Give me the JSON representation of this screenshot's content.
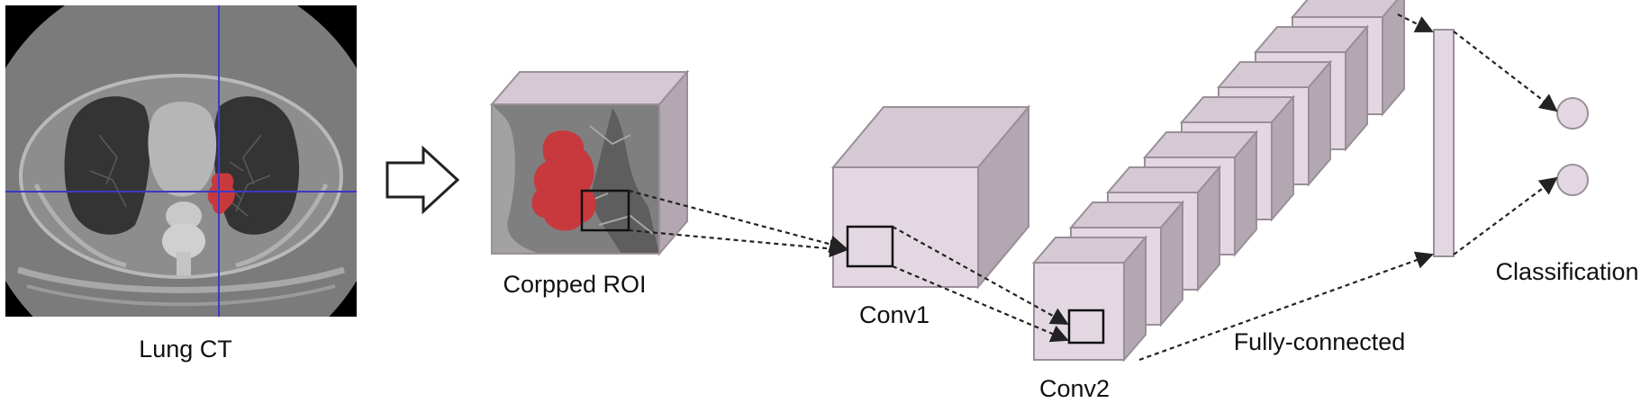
{
  "labels": {
    "lung_ct": "Lung CT",
    "cropped_roi": "Corpped ROI",
    "conv1": "Conv1",
    "conv2": "Conv2",
    "fully_connected": "Fully-connected",
    "classification": "Classification"
  },
  "colors": {
    "block_front": "#e3d8e2",
    "block_top": "#d5c9d4",
    "block_side": "#b3a8b2",
    "block_edge": "#9a8f99",
    "lesion": "#c8393e",
    "crosshair": "#3a3ac8",
    "arrow": "#222222"
  },
  "icons": {
    "pipeline_arrow": "right-arrow-icon",
    "output_nodes": "circle-node-icon"
  }
}
